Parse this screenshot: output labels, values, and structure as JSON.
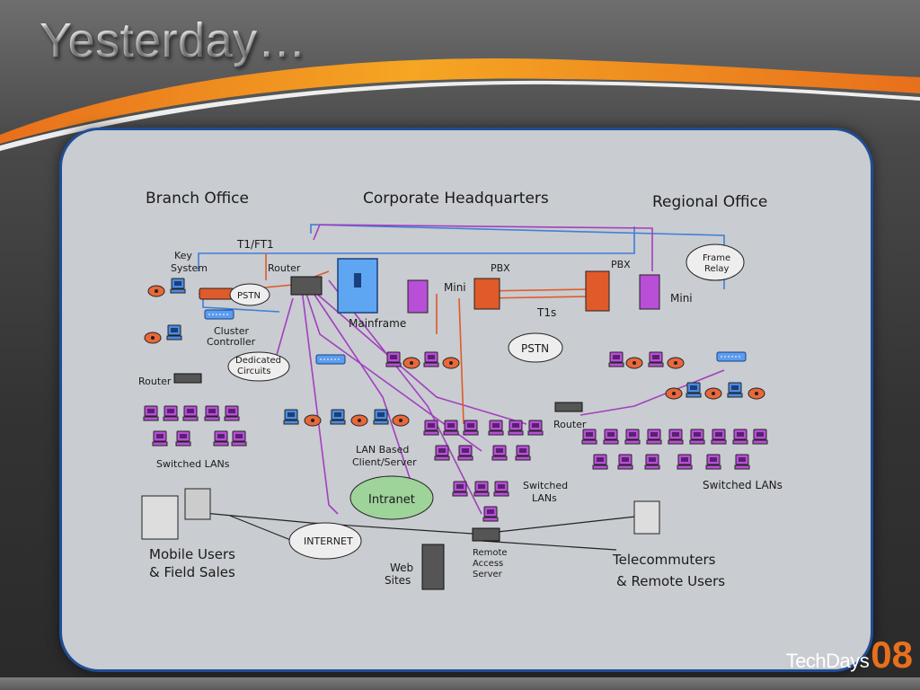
{
  "slide": {
    "title": "Yesterday…"
  },
  "diagram": {
    "regions": {
      "branch": "Branch Office",
      "corporate": "Corporate Headquarters",
      "regional": "Regional Office"
    },
    "labels": {
      "t1ft1": "T1/FT1",
      "key_system_1": "Key",
      "key_system_2": "System",
      "router_hq": "Router",
      "pstn_branch": "PSTN",
      "cluster_1": "Cluster",
      "cluster_2": "Controller",
      "mainframe": "Mainframe",
      "mini_hq": "Mini",
      "pbx_hq": "PBX",
      "t1s": "T1s",
      "pbx_regional": "PBX",
      "mini_regional": "Mini",
      "frame_relay_1": "Frame",
      "frame_relay_2": "Relay",
      "pstn_center": "PSTN",
      "dedicated_1": "Dedicated",
      "dedicated_2": "Circuits",
      "router_branch": "Router",
      "router_regional": "Router",
      "lan_based_1": "LAN Based",
      "lan_based_2": "Client/Server",
      "switched_branch": "Switched LANs",
      "switched_hq_1": "Switched",
      "switched_hq_2": "LANs",
      "switched_regional": "Switched LANs",
      "intranet": "Intranet",
      "internet": "INTERNET",
      "mobile_1": "Mobile Users",
      "mobile_2": "& Field Sales",
      "web_1": "Web",
      "web_2": "Sites",
      "ras_1": "Remote",
      "ras_2": "Access",
      "ras_3": "Server",
      "tele_1": "Telecommuters",
      "tele_2": "& Remote Users"
    }
  },
  "brand": {
    "text": "TechDays",
    "year": "08"
  },
  "colors": {
    "purple": "#a23fc0",
    "blue": "#3f7fd9",
    "red": "#e05a2a",
    "cloud": "#9ed39a",
    "accent": "#e8701c"
  }
}
